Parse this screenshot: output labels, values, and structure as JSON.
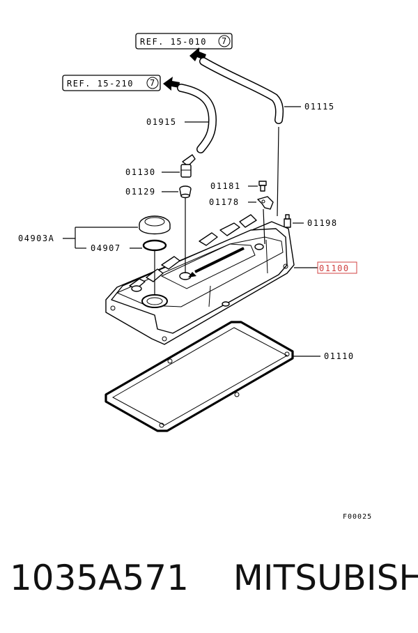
{
  "refs": [
    {
      "text": "REF. 15-010",
      "circle": "7"
    },
    {
      "text": "REF. 15-210",
      "circle": "7"
    }
  ],
  "labels": {
    "l01115": "01115",
    "l01915": "01915",
    "l01130": "01130",
    "l01129": "01129",
    "l01181": "01181",
    "l01178": "01178",
    "l01198": "01198",
    "l04903A": "04903A",
    "l04907": "04907",
    "l01100": "01100",
    "l01110": "01110",
    "code": "F00025"
  },
  "highlight_color": "#d04040",
  "footer": {
    "part_number": "1035A571",
    "brand": "MITSUBISHI"
  }
}
